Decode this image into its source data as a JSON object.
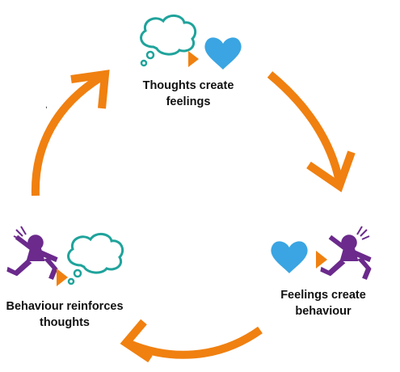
{
  "colors": {
    "arrow": "#f08010",
    "thought_outline": "#1fa39b",
    "heart": "#3aa5e2",
    "connector": "#f08010",
    "figure": "#6b2a8c",
    "text": "#111111"
  },
  "stages": {
    "top": {
      "line1": "Thoughts create",
      "line2": "feelings",
      "icons": [
        "thought-bubble-icon",
        "triangle-arrow-icon",
        "heart-icon"
      ]
    },
    "right": {
      "line1": "Feelings create",
      "line2": "behaviour",
      "icons": [
        "heart-icon",
        "triangle-arrow-icon",
        "jumping-person-icon"
      ]
    },
    "left": {
      "line1": "Behaviour reinforces",
      "line2": "thoughts",
      "icons": [
        "jumping-person-icon",
        "triangle-arrow-icon",
        "thought-bubble-icon"
      ]
    }
  }
}
